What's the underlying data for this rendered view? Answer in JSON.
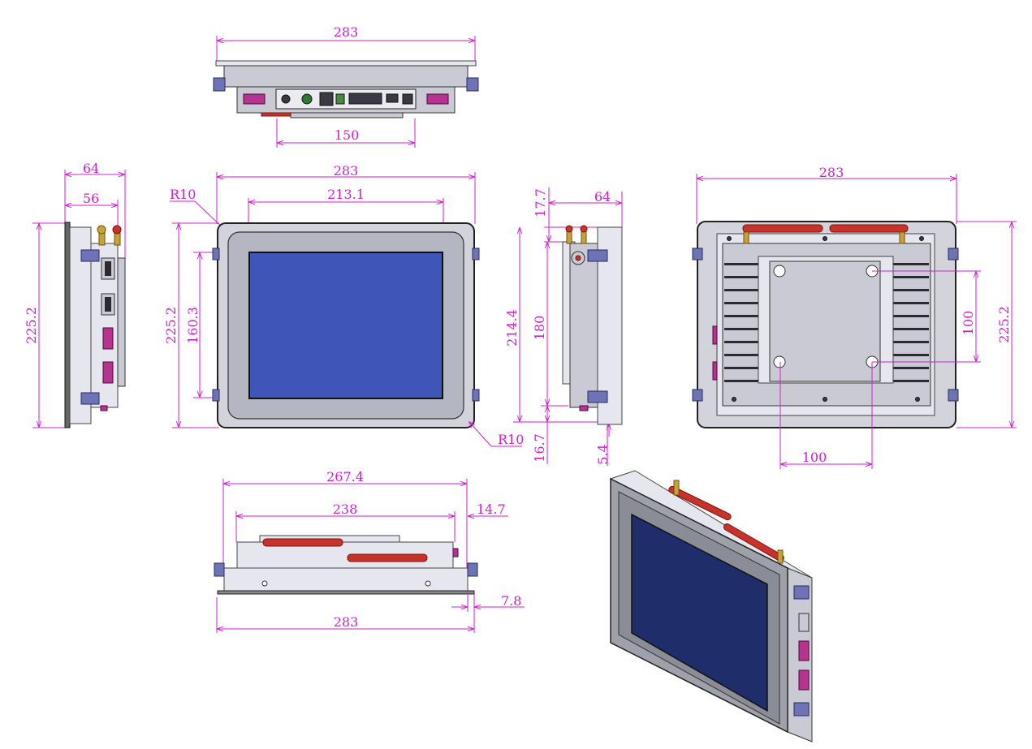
{
  "dimensions": {
    "top_view": {
      "width": "283",
      "connector_width": "150"
    },
    "left_view": {
      "depth_total": "64",
      "depth_body": "56",
      "height": "225.2"
    },
    "front_view": {
      "width": "283",
      "screen_width": "213.1",
      "height": "225.2",
      "screen_height": "160.3",
      "radius_top": "R10",
      "radius_bottom": "R10"
    },
    "right_view": {
      "top_offset": "17.7",
      "depth": "64",
      "height": "214.4",
      "mount_height": "180",
      "bottom_offset": "16.7",
      "plate": "5.4"
    },
    "back_view": {
      "width": "283",
      "height": "225.2",
      "vesa_vertical": "100",
      "vesa_horizontal": "100"
    },
    "bottom_view": {
      "body_width": "267.4",
      "inner_width": "238",
      "side_offset": "14.7",
      "frame_offset": "7.8",
      "width": "283"
    }
  }
}
